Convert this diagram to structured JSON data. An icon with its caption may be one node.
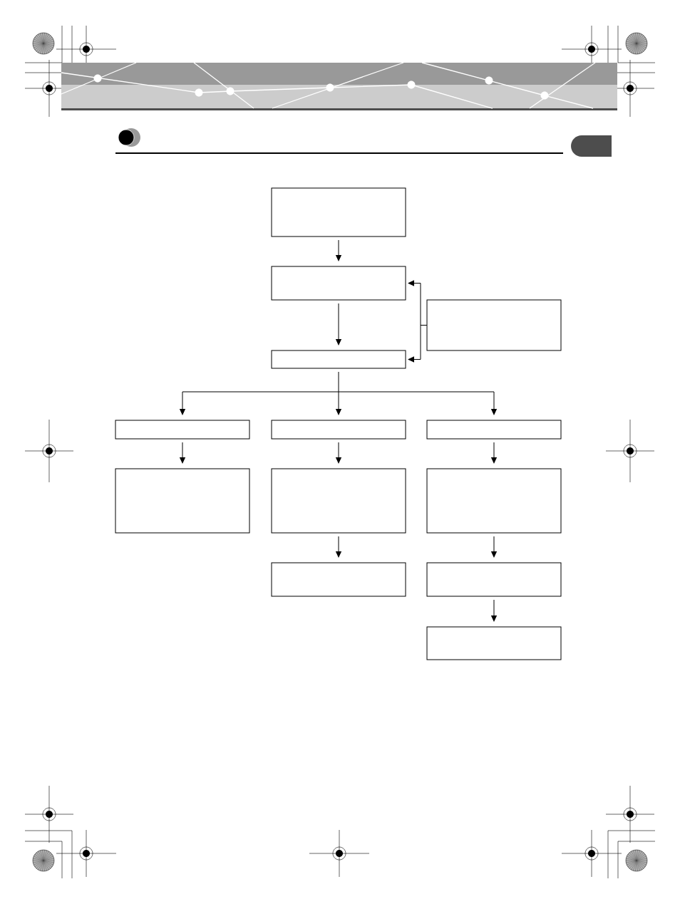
{
  "diagram": {
    "nodes": [
      {
        "text": [],
        "shape": "box"
      },
      {
        "text": [],
        "shape": "box"
      },
      {
        "text": [],
        "shape": "box"
      },
      {
        "text": [],
        "shape": "box"
      },
      {
        "text": [],
        "shape": "box"
      },
      {
        "text": [],
        "shape": "box"
      },
      {
        "text": [],
        "shape": "box"
      },
      {
        "text": [],
        "shape": "box"
      },
      {
        "text": [],
        "shape": "box"
      },
      {
        "text": [],
        "shape": "box"
      },
      {
        "text": [],
        "shape": "box"
      },
      {
        "text": [],
        "shape": "box"
      },
      {
        "text": [],
        "shape": "box"
      }
    ],
    "edges": [
      {
        "from": 0,
        "to": 1,
        "arrow": "to"
      },
      {
        "from": 1,
        "to": 3,
        "arrow": "to"
      },
      {
        "from": 2,
        "to": 1,
        "arrow": "to"
      },
      {
        "from": 2,
        "to": 3,
        "arrow": "to"
      },
      {
        "from": 3,
        "to": 4,
        "arrow": "to"
      },
      {
        "from": 3,
        "to": 5,
        "arrow": "to"
      },
      {
        "from": 3,
        "to": 6,
        "arrow": "to"
      },
      {
        "from": 4,
        "to": 7,
        "arrow": "to"
      },
      {
        "from": 5,
        "to": 8,
        "arrow": "to"
      },
      {
        "from": 6,
        "to": 9,
        "arrow": "to"
      },
      {
        "from": 8,
        "to": 10,
        "arrow": "to"
      },
      {
        "from": 9,
        "to": 11,
        "arrow": "to"
      },
      {
        "from": 11,
        "to": 12,
        "arrow": "to"
      }
    ]
  }
}
